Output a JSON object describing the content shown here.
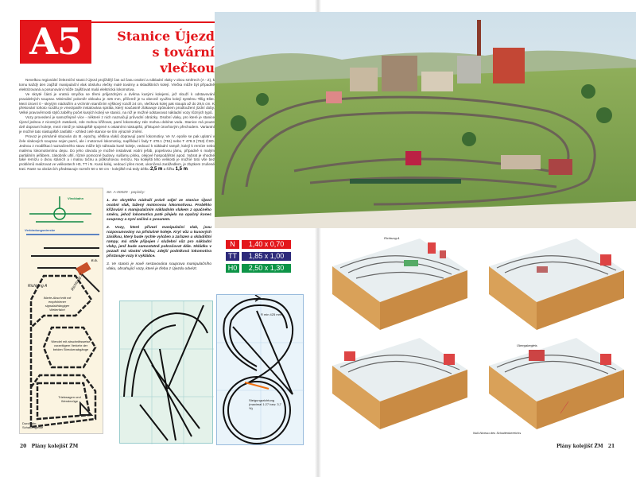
{
  "left_page": {
    "badge": "A5",
    "title_line1": "Stanice Újezd",
    "title_line2": "s tovární vlečkou",
    "body_paragraphs": [
      "Nevelkou regionální železniční stanicí Újezd projíždějí čas od času osobní a nákladní vlaky v obou směrech (A - Z), k tomu každý den zajíždí manipulační vlak obsluhu vlečky malé továrny a skladištních kolejí. Vlečka může být případně elektrizovaná a posunování může zajišťovat malá elektrická lokomotiva.",
      "Ve skryté části je vratná smyčka se třemi průjezdnými a dvěma kusými kolejemi, jež slouží k odstavování pravidelných souprav. Minimální poloměr oblouku je 425 mm, přičemž je tu obecně využito kolejí systému Tillig Elite. Mezi úrovní 0 - skrytým nádražím a vrchním staničním výškový rozdíl 24 cm, vlečková kolej pak stoupá až do 29,5 cm. K překonání tohoto rozdílu je vmezipatře instalována spirála, který současně zlákavuje způsobem prodloužení jízdní doby. Velké pravověrnosti stylů zaběhy počet kusých kolejí ve stanici, na níž je možné odstavovat nákladní vozy různých typů.",
      "Vozy provedení je samozřejmě více - některé z nich naznačují průvodní obrázky. Osobní vlaky, pro které je stanice Újezd jednou z nicotných zastávek, zde mohou křižovat, parní lokomotivy zde mohou dobírat vodu. Stanice má pouze dvě dopravní koleje, mezi nimiž je nástupiště spojené s ostatními nástupišti, přístupné úrovňovým přechodem. Variantní je možné tato nástupiště zasfaltit - vzhled celé stanice se tím výrazně změní.",
      "Provoz je primárně situován do III. epochy, většina vlaků dopravují parní lokomotivy. Ve IV. epoše se pak uplatní v čele vlakových souprav nejen parní, ale i motorové lokomotivy, například i řady T 478.1 (751) nebo T 478.3 (753) ČSD. Jednou z modifikací naznačeného stavu může být náhrada kusé koleje, vedoucí k nákladní rampě, kolejí k remíze nebo malému lokomotivnímu depu. Do jeho obvodu je možné instalovat vodní jeřáb, popelovou jámu, případně s malým partiálním jeřábem, zásobník uhlí, různé pomocné budovy, sušárnu písku, olejové hospodářství apod. Vybrat je vhodné také remízu o dvou stáních a i malou točnu a půlkruhovou remízu. Na kolejišti této velikosti je možné toto vše bez problémů realizovat ve velikostech H0, TT i N. Kusá kolej, vedoucí přes most, ukončená zarážedlem, je zbytkem zrušené trati. Rastr na obrázcích představuje rozměr 50 x 50 cm - kolejiště má tedy délku"
    ],
    "body_dims_length": "2,5 m",
    "body_dims_mid": " a šířku ",
    "body_dims_width": "1,5 m",
    "caption_heading": "Str. A-00029 - popisky:",
    "caption_items": [
      "1. Do skrytého nádraží právě odjel ze stanice Újezd osobní vlak, tažený motorovou lokomotivou. Proběhlo křižování s manipulačním nákladním vlakem z opačného směru, jehož lokomotiva poté přejela na opačný konec soupravy a nyní začíná s posunem.",
      "2. Vozy, které přivezl manipulační vlak, jsou rozposunovány na příslušné koleje. Kryt vůz u kusových zásilkou, který bude rychle vyložen a zařazen u skladištní rampy, má stále připojen i služební vůz pro nákladní vlaky, jenž bude samostatně pokračovat dále. Skládka v pozadí má vlastní vlečku; zdejší podniková lokomotiva přistavuje vozy k vykládce.",
      "3. Ve stanici je nově sestavována souprava manipulačního vlaku, obsahující vozy, které je třeba z Újezdu odvézt."
    ],
    "diagram_labels": {
      "vlecka": "Vleckbahn",
      "verbindung": "Verbindungsstrecke",
      "eg": "E.G.",
      "richtung_a": "Richtung A",
      "richtung_z": "Richtung Z",
      "warte": "Warte-Abschnitt mit empfohlener signalabhängiger Weiterfahrt",
      "wendel": "Wendel mit abschnittsweise vorzeitigem Verkehr der beiden Streckenabgänge",
      "triebwagen": "Triebwagen und Wendezüge",
      "durchfahr": "Durchfahr-Schattengleise",
      "radius": "R min 425 mm",
      "steigung": "Steigungsrichtung (maximal 1:27 bzw. 3,7 %)"
    },
    "scales": [
      {
        "gauge": "N",
        "size": "1,40 x 0,70",
        "color": "#e3161b"
      },
      {
        "gauge": "TT",
        "size": "1,85 x 1,00",
        "color": "#2d2a7a"
      },
      {
        "gauge": "H0",
        "size": "2,50 x 1,30",
        "color": "#0d9447"
      }
    ],
    "footer_page": "20",
    "footer_title": "Plány kolejišť ŽM"
  },
  "right_page": {
    "label_richtung": "Richtung A",
    "label_uebergabe": "Übergabegleis",
    "label_niveau": "Null-Niveau des Schattenbereichs",
    "footer_title": "Plány kolejišť ŽM",
    "footer_page": "21"
  }
}
